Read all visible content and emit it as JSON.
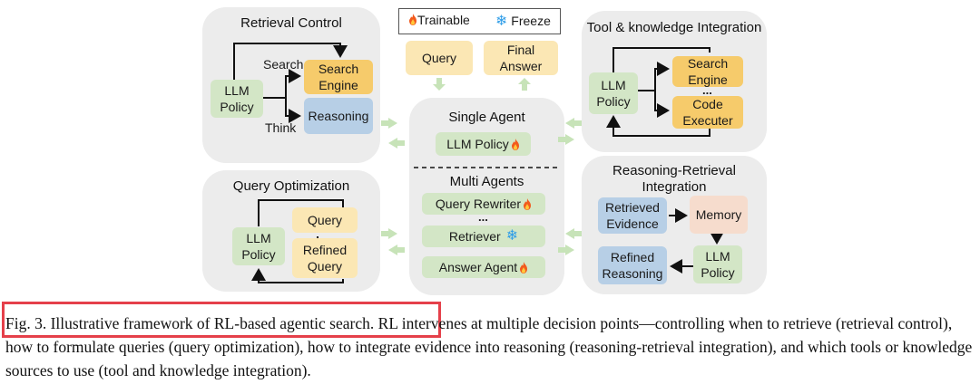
{
  "legend": {
    "trainable": "Trainable",
    "freeze": "Freeze"
  },
  "io": {
    "query": "Query",
    "final_answer": "Final\nAnswer"
  },
  "retrieval_control": {
    "title": "Retrieval Control",
    "llm": "LLM\nPolicy",
    "search_label": "Search",
    "think_label": "Think",
    "search_engine": "Search\nEngine",
    "reasoning": "Reasoning"
  },
  "query_optimization": {
    "title": "Query Optimization",
    "llm": "LLM\nPolicy",
    "query": "Query",
    "refined_query": "Refined\nQuery"
  },
  "center": {
    "single_agent_title": "Single Agent",
    "llm_policy": "LLM Policy",
    "multi_agents_title": "Multi Agents",
    "query_rewriter": "Query Rewriter",
    "dots": "...",
    "retriever": "Retriever",
    "answer_agent": "Answer Agent"
  },
  "tool_integration": {
    "title": "Tool & knowledge Integration",
    "llm": "LLM\nPolicy",
    "search_engine": "Search\nEngine",
    "dots": "...",
    "code_executer": "Code\nExecuter"
  },
  "reasoning_retrieval": {
    "title": "Reasoning-Retrieval\nIntegration",
    "retrieved_evidence": "Retrieved\nEvidence",
    "memory": "Memory",
    "llm": "LLM\nPolicy",
    "refined_reasoning": "Refined\nReasoning"
  },
  "caption": {
    "fig": "Fig. 3.  Illustrative framework of RL-based agentic search.",
    "body": " RL intervenes at multiple decision points—controlling when to retrieve (retrieval control), how to formulate queries (query optimization), how to integrate evidence into reasoning (reasoning-retrieval integration), and which tools or knowledge sources to use (tool and knowledge integration)."
  },
  "colors": {
    "panel": "#ececec",
    "green": "#d3e6c6",
    "yellow": "#fbe7b4",
    "orange": "#f6cb6b",
    "blue": "#b7cfe6",
    "peach": "#f6dccd",
    "highlight": "#e5404a",
    "arrow_green": "#c7e3b8"
  }
}
